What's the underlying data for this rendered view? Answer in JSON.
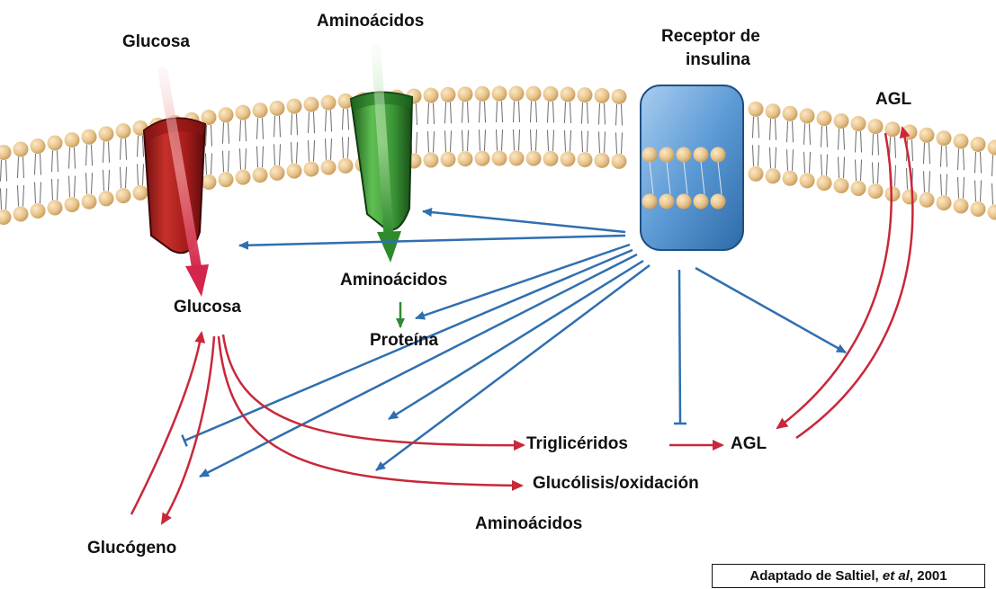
{
  "labels": {
    "glucosa_top": "Glucosa",
    "aminoacidos_top": "Aminoácidos",
    "receptor_line1": "Receptor de",
    "receptor_line2": "insulina",
    "agl_top": "AGL",
    "aminoacidos_mid": "Aminoácidos",
    "glucosa_mid": "Glucosa",
    "proteina": "Proteína",
    "trigliceridos": "Triglicéridos",
    "agl_bottom": "AGL",
    "glucolisis": "Glucólisis/oxidación",
    "aminoacidos_bottom": "Aminoácidos",
    "glucogeno": "Glucógeno"
  },
  "credit": {
    "prefix": "Adaptado de Saltiel, ",
    "italic": "et al",
    "suffix": ", 2001"
  },
  "colors": {
    "membrane_head": "#e7c48c",
    "glucose_transporter": "#b0241f",
    "amino_transporter": "#3f9a3a",
    "receptor": "#4f8fce",
    "inhibit_arrow": "#2f6fb0",
    "metabolic_arrow": "#c8283a",
    "protein_arrow": "#2f8a33"
  }
}
